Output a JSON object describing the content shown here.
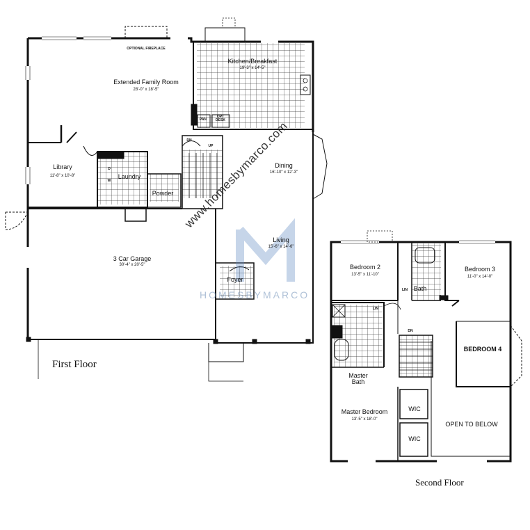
{
  "first_floor": {
    "title": "First Floor",
    "optional_fireplace": "OPTIONAL FIREPLACE",
    "rooms": {
      "family": {
        "name": "Extended Family Room",
        "dims": "28'-0\" x 18'-5\""
      },
      "kitchen": {
        "name": "Kitchen/Breakfast",
        "dims": "19'-3\" x 14'-5\""
      },
      "library": {
        "name": "Library",
        "dims": "11'-8\" x 10'-8\""
      },
      "laundry": {
        "name": "Laundry"
      },
      "powder": {
        "name": "Powder"
      },
      "dining": {
        "name": "Dining",
        "dims": "16'-10\" x 12'-3\""
      },
      "living": {
        "name": "Living",
        "dims": "15'-6\" x 14'-6\""
      },
      "garage": {
        "name": "3 Car Garage",
        "dims": "30'-4\" x 20'-5\""
      },
      "foyer": {
        "name": "Foyer"
      }
    },
    "marks": {
      "pan": "PAN",
      "desk": "OPT DESK",
      "dn": "DN",
      "up": "UP",
      "d": "D",
      "w": "W"
    }
  },
  "second_floor": {
    "title": "Second Floor",
    "rooms": {
      "bed2": {
        "name": "Bedroom 2",
        "dims": "13'-5\" x 11'-10\""
      },
      "bed3": {
        "name": "Bedroom 3",
        "dims": "11'-0\" x 14'-0\""
      },
      "bath": {
        "name": "Bath"
      },
      "bed4": {
        "name": "BEDROOM 4"
      },
      "master_bath": {
        "name": "Master Bath"
      },
      "master_bed": {
        "name": "Master Bedroom",
        "dims": "13'-5\" x 18'-0\""
      },
      "wic1": {
        "name": "WIC"
      },
      "wic2": {
        "name": "WIC"
      },
      "open": {
        "name": "OPEN TO BELOW"
      }
    },
    "marks": {
      "lin1": "LIN",
      "lin2": "LIN",
      "dn": "DN"
    }
  },
  "watermark": {
    "url": "www.homesbymarco.com",
    "brand": "HOMESBYMARCO"
  }
}
